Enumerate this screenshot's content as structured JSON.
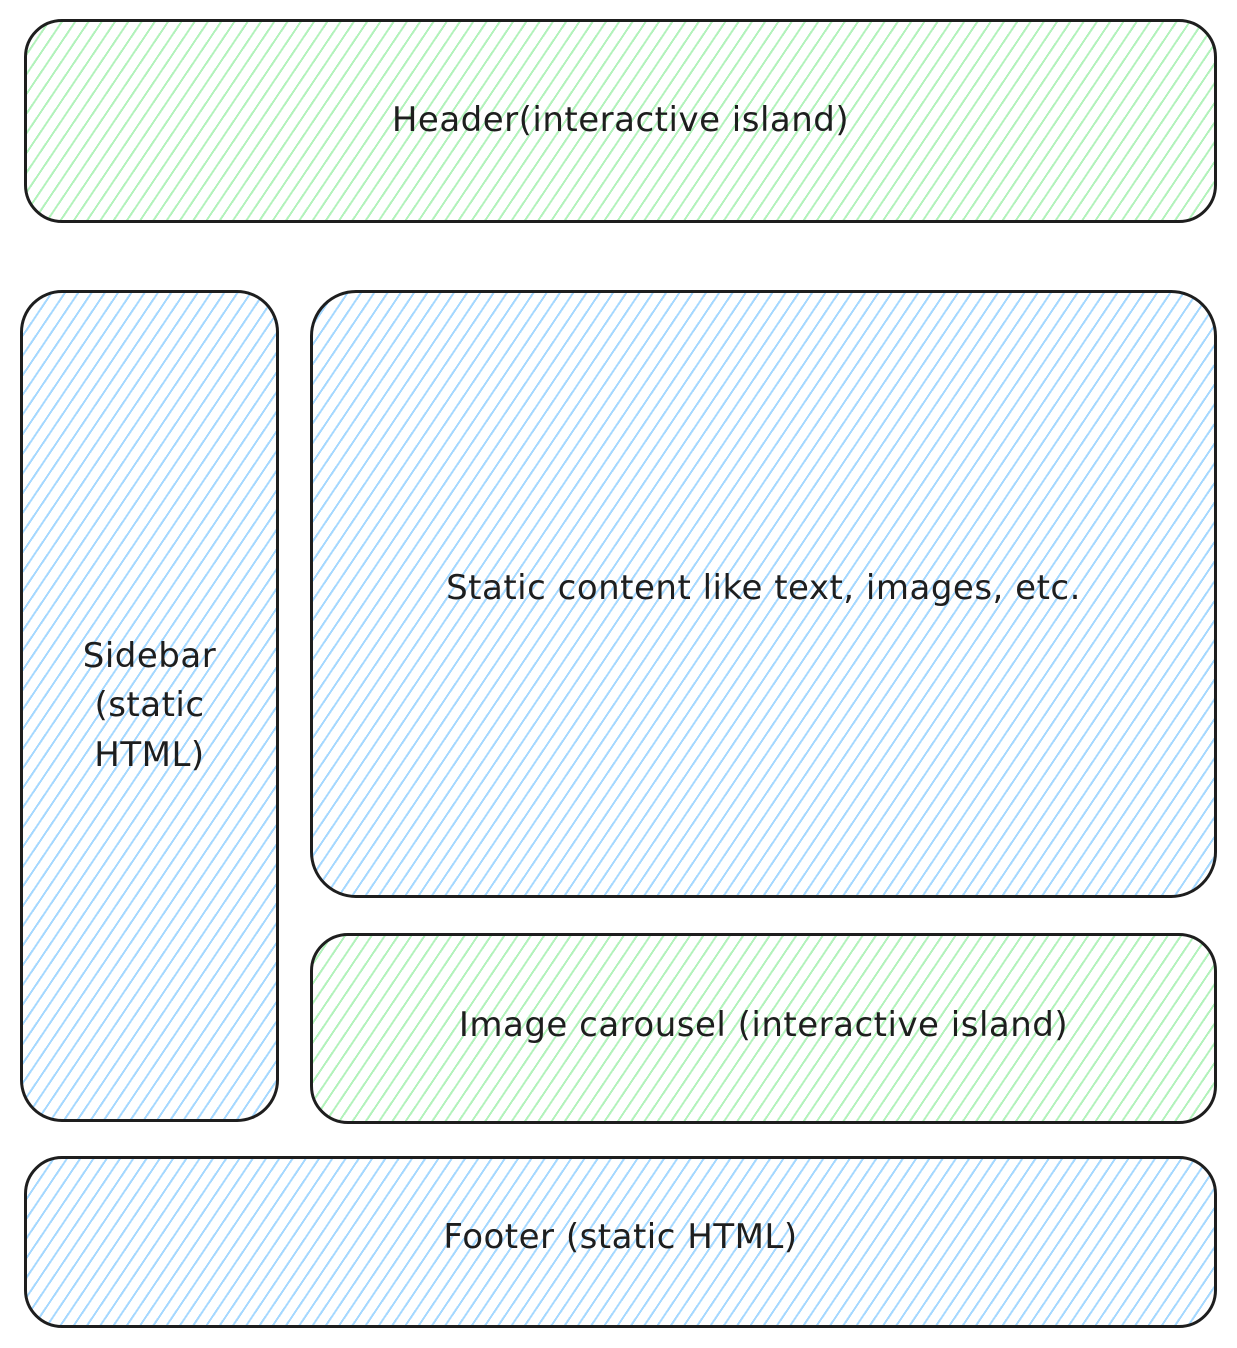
{
  "colors": {
    "interactive_hatch": "#b2f2bb",
    "static_hatch": "#a5d8ff",
    "stroke": "#1e1e1e"
  },
  "boxes": {
    "header": {
      "label": "Header(interactive island)",
      "kind": "interactive"
    },
    "sidebar": {
      "label": "Sidebar\n(static\nHTML)",
      "kind": "static"
    },
    "content": {
      "label": "Static content like text, images, etc.",
      "kind": "static"
    },
    "carousel": {
      "label": "Image carousel (interactive island)",
      "kind": "interactive"
    },
    "footer": {
      "label": "Footer (static HTML)",
      "kind": "static"
    }
  }
}
